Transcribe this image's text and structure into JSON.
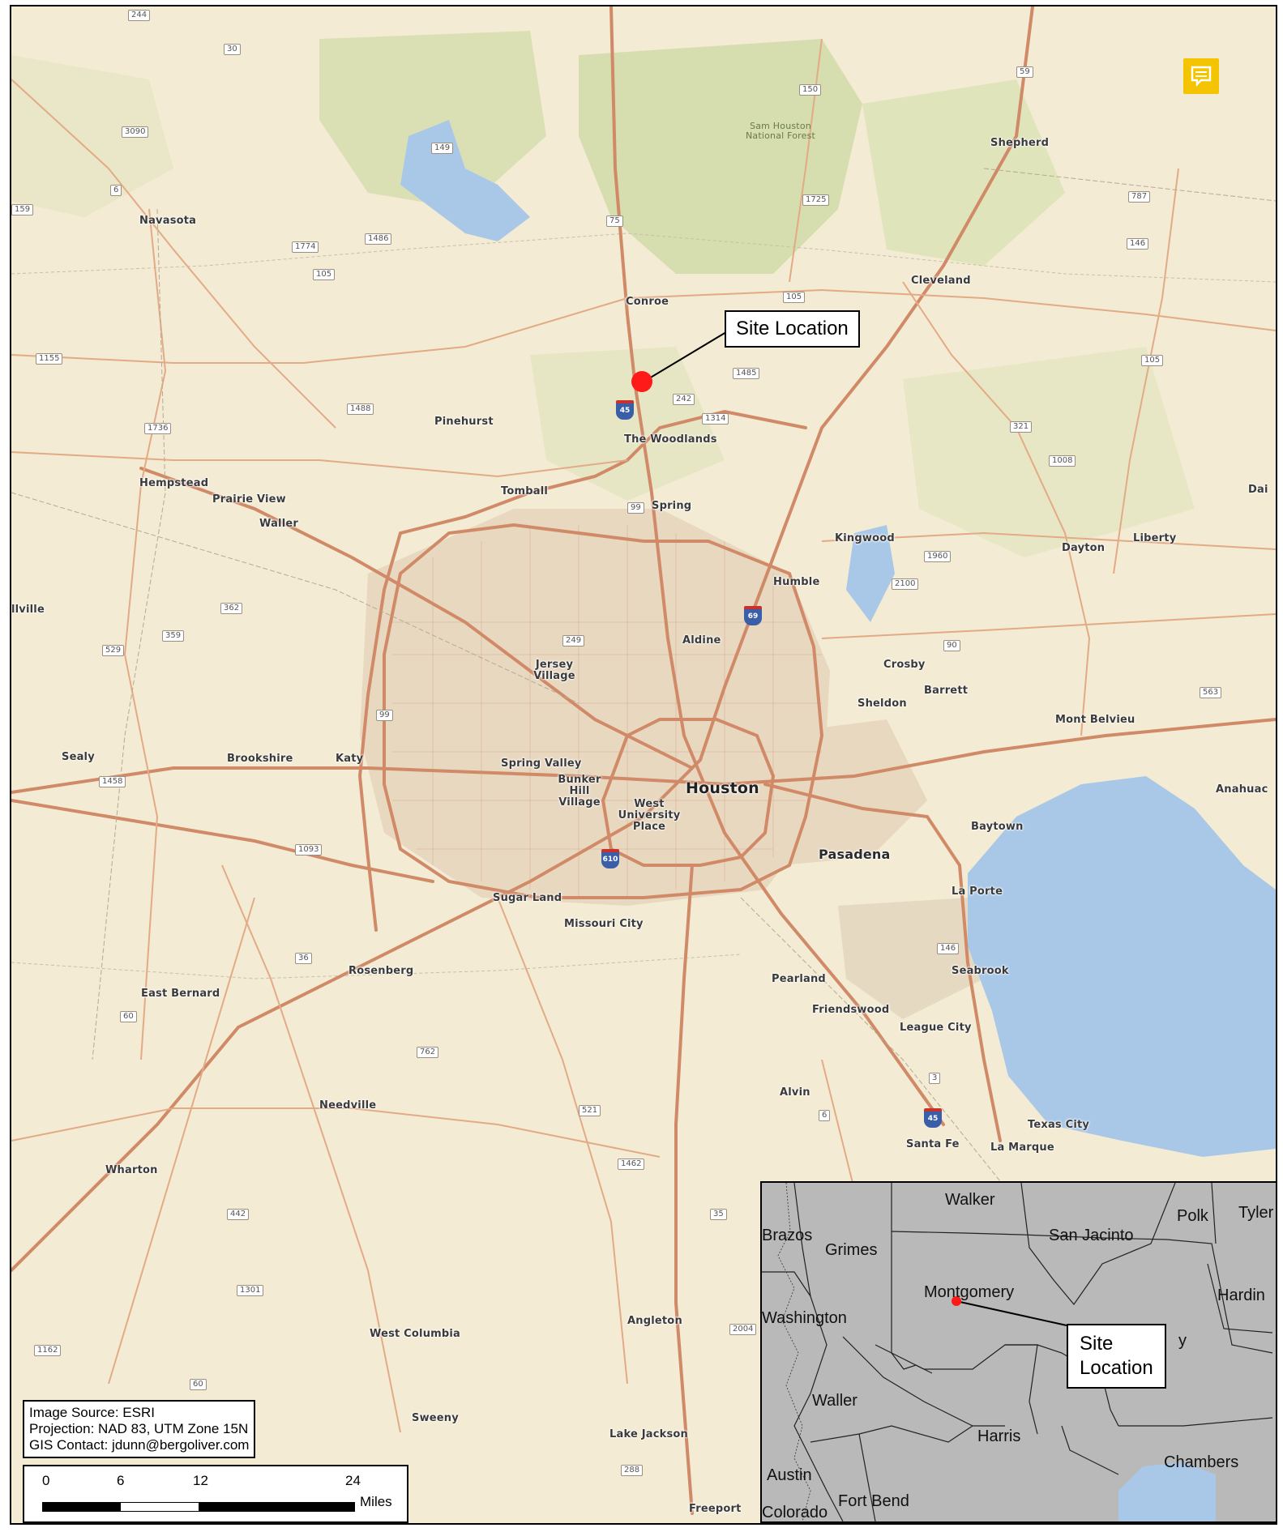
{
  "site_callout": "Site Location",
  "inset": {
    "counties": {
      "walker": "Walker",
      "brazos": "Brazos",
      "grimes": "Grimes",
      "san_jacinto": "San Jacinto",
      "polk": "Polk",
      "tyler": "Tyler",
      "montgomery": "Montgomery",
      "hardin": "Hardin",
      "washington": "Washington",
      "waller": "Waller",
      "harris": "Harris",
      "austin": "Austin",
      "fort_bend": "Fort Bend",
      "colorado": "Colorado",
      "chambers": "Chambers",
      "liberty_partial": "y"
    },
    "callout_line1": "Site",
    "callout_line2": "Location"
  },
  "info": {
    "image_source": "Image Source: ESRI",
    "projection": "Projection: NAD 83, UTM Zone 15N",
    "gis_contact": "GIS Contact: jdunn@bergoliver.com"
  },
  "scale": {
    "ticks": [
      "0",
      "6",
      "12",
      "24"
    ],
    "units": "Miles"
  },
  "places": {
    "houston": "Houston",
    "pasadena": "Pasadena",
    "navasota": "Navasota",
    "shepherd": "Shepherd",
    "conroe": "Conroe",
    "cleveland": "Cleveland",
    "pinehurst": "Pinehurst",
    "the_woodlands": "The Woodlands",
    "hempstead": "Hempstead",
    "prairie_view": "Prairie View",
    "waller": "Waller",
    "tomball": "Tomball",
    "spring": "Spring",
    "kingwood": "Kingwood",
    "dayton": "Dayton",
    "liberty": "Liberty",
    "humble": "Humble",
    "aldine": "Aldine",
    "jersey_village": "Jersey Village",
    "crosby": "Crosby",
    "barrett": "Barrett",
    "sheldon": "Sheldon",
    "mont_belvieu": "Mont Belvieu",
    "sealy": "Sealy",
    "brookshire": "Brookshire",
    "katy": "Katy",
    "spring_valley": "Spring Valley",
    "bunker_hill": "Bunker Hill Village",
    "west_university": "West University Place",
    "baytown": "Baytown",
    "anahuac": "Anahuac",
    "la_porte": "La Porte",
    "sugar_land": "Sugar Land",
    "missouri_city": "Missouri City",
    "seabrook": "Seabrook",
    "rosenberg": "Rosenberg",
    "east_bernard": "East Bernard",
    "pearland": "Pearland",
    "friendswood": "Friendswood",
    "league_city": "League City",
    "alvin": "Alvin",
    "needville": "Needville",
    "texas_city": "Texas City",
    "santa_fe": "Santa Fe",
    "la_marque": "La Marque",
    "wharton": "Wharton",
    "angleton": "Angleton",
    "west_columbia": "West Columbia",
    "sweeny": "Sweeny",
    "lake_jackson": "Lake Jackson",
    "freeport": "Freeport",
    "bellville_partial": "llville",
    "daisetta_partial": "Dai",
    "forest": "Sam Houston National Forest"
  },
  "shields": {
    "s244": "244",
    "s30": "30",
    "s59": "59",
    "s150": "150",
    "s3090": "3090",
    "s149": "149",
    "s6a": "6",
    "s159": "159",
    "s1725": "1725",
    "s787": "787",
    "s75": "75",
    "s1486": "1486",
    "s1774": "1774",
    "s105a": "105",
    "s105b": "105",
    "s146a": "146",
    "s1155": "1155",
    "s1485": "1485",
    "s105c": "105",
    "s242": "242",
    "s1488": "1488",
    "s1314": "1314",
    "s321": "321",
    "s1736": "1736",
    "s1008": "1008",
    "s99a": "99",
    "s1960": "1960",
    "s2100": "2100",
    "s362": "362",
    "s359": "359",
    "s249": "249",
    "s90": "90",
    "s529": "529",
    "s563": "563",
    "s99b": "99",
    "s1458": "1458",
    "s1093": "1093",
    "s146b": "146",
    "s36": "36",
    "s60a": "60",
    "s762": "762",
    "s3": "3",
    "s6b": "6",
    "s521": "521",
    "s1462": "1462",
    "s442": "442",
    "s35": "35",
    "s1301": "1301",
    "s2004": "2004",
    "s1162": "1162",
    "s60b": "60",
    "s288": "288"
  },
  "interstates": {
    "i45a": "45",
    "i69": "69",
    "i610": "610",
    "i45b": "45"
  }
}
